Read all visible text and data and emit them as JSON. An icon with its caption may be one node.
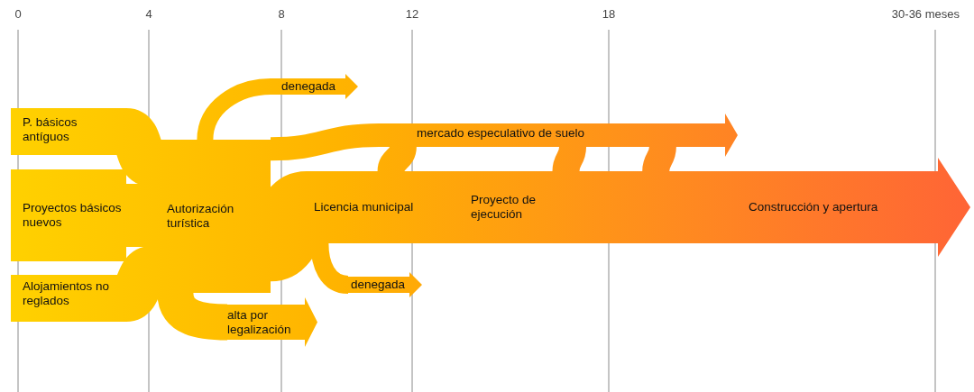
{
  "diagram": {
    "nodes": [
      {
        "text": [
          "P. básicos antíguos"
        ]
      },
      {
        "text": [
          "Proyectos básicos nuevos"
        ]
      },
      {
        "text": [
          "Alojamientos no reglados"
        ]
      },
      {
        "text": [
          "Autorización turística"
        ]
      },
      {
        "text": [
          "Licencia municipal"
        ]
      },
      {
        "text": [
          "Proyecto de ejecución"
        ]
      },
      {
        "text": [
          "Construcción y apertura"
        ]
      },
      {
        "text": [
          "denegada"
        ]
      },
      {
        "text": [
          "mercado especulativo de suelo"
        ]
      },
      {
        "text": [
          "denegada"
        ]
      },
      {
        "text": [
          "alta por legalización"
        ]
      }
    ],
    "edges": [
      {
        "from": 0,
        "to": 3,
        "arrow": "none"
      },
      {
        "from": 1,
        "to": 3,
        "arrow": "none"
      },
      {
        "from": 2,
        "to": 3,
        "arrow": "none"
      },
      {
        "from": 3,
        "to": 4,
        "arrow": "none"
      },
      {
        "from": 4,
        "to": 5,
        "arrow": "none"
      },
      {
        "from": 5,
        "to": 6,
        "arrow": "none"
      },
      {
        "from": 3,
        "to": 7,
        "arrow": "none"
      },
      {
        "from": 3,
        "to": 8,
        "arrow": "none"
      },
      {
        "from": 4,
        "to": 8,
        "arrow": "none"
      },
      {
        "from": 5,
        "to": 8,
        "arrow": "none"
      },
      {
        "from": 6,
        "to": 8,
        "arrow": "none"
      },
      {
        "from": 4,
        "to": 9,
        "arrow": "none"
      },
      {
        "from": 3,
        "to": 10,
        "arrow": "none"
      }
    ],
    "labels": [
      "0",
      "4",
      "8",
      "12",
      "18",
      "30-36 meses"
    ]
  }
}
